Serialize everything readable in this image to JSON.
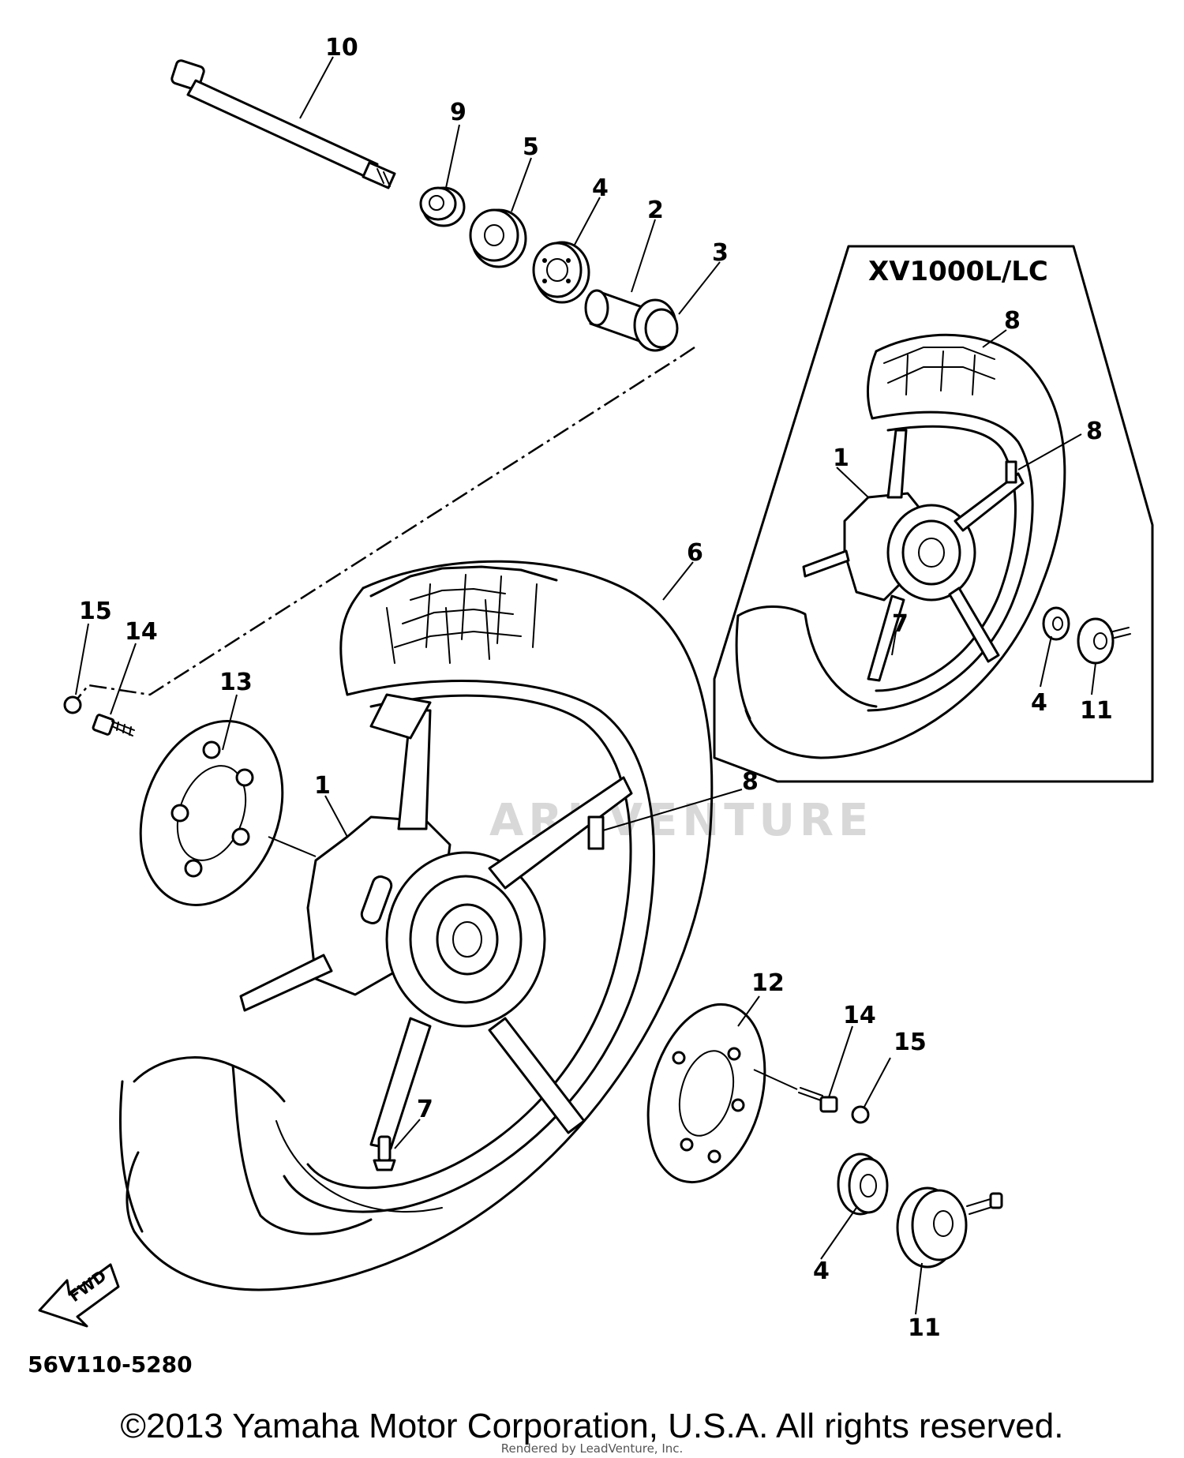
{
  "diagram": {
    "inset_title": "XV1000L/LC",
    "diagram_code": "56V110-5280",
    "copyright": "©2013 Yamaha Motor Corporation, U.S.A. All rights reserved.",
    "rendered_by": "Rendered by LeadVenture, Inc.",
    "watermark": "ARI VENTURE",
    "forward_arrow_label": "FWD",
    "callouts": {
      "c10": "10",
      "c9": "9",
      "c5": "5",
      "c4_top": "4",
      "c2": "2",
      "c3": "3",
      "c6": "6",
      "c8_main": "8",
      "c1_main": "1",
      "c7_main": "7",
      "c15_left": "15",
      "c14_left": "14",
      "c13": "13",
      "c12": "12",
      "c14_right": "14",
      "c15_right": "15",
      "c4_bottom": "4",
      "c11_bottom": "11",
      "c8_inset_tire": "8",
      "c8_inset_rim": "8",
      "c1_inset": "1",
      "c7_inset": "7",
      "c4_inset": "4",
      "c11_inset": "11"
    }
  }
}
